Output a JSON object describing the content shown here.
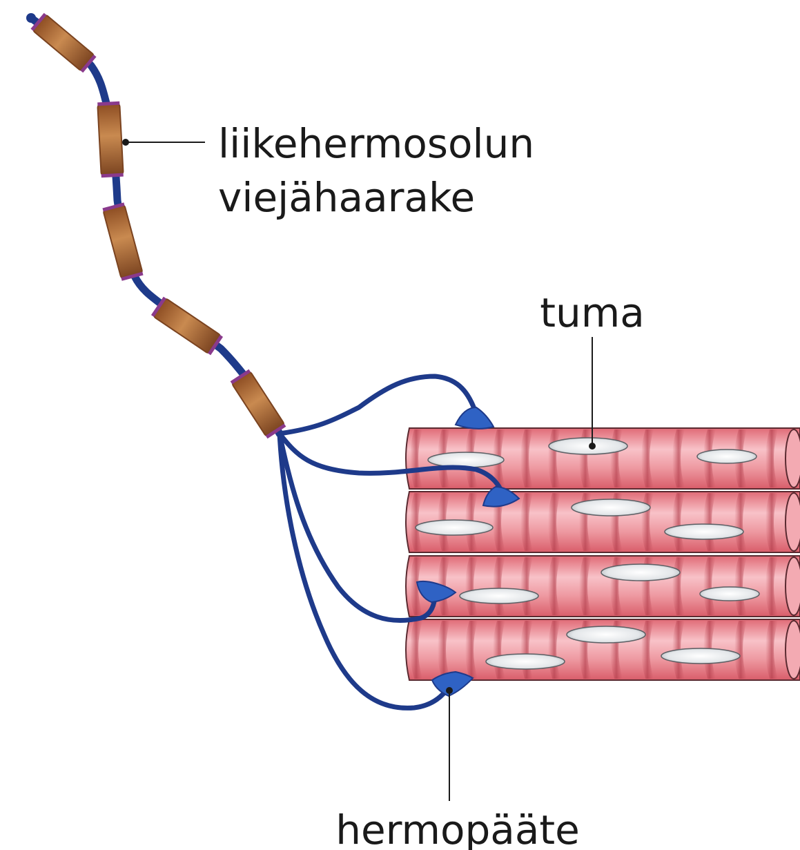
{
  "labels": {
    "axon_line1": "liikehermosolun",
    "axon_line2": "viejähaarake",
    "nucleus": "tuma",
    "nerve_ending": "hermopääte"
  },
  "colors": {
    "background": "#ffffff",
    "axon": "#1e3a8a",
    "myelin": "#b5713a",
    "myelin_dark": "#7a4320",
    "node": "#8a3a8c",
    "muscle": "#ea8b93",
    "muscle_light": "#f8c2c8",
    "muscle_band": "#c4505c",
    "nucleus": "#e6e8ea",
    "terminal": "#2f62c4",
    "leader": "#1a1a1a"
  }
}
